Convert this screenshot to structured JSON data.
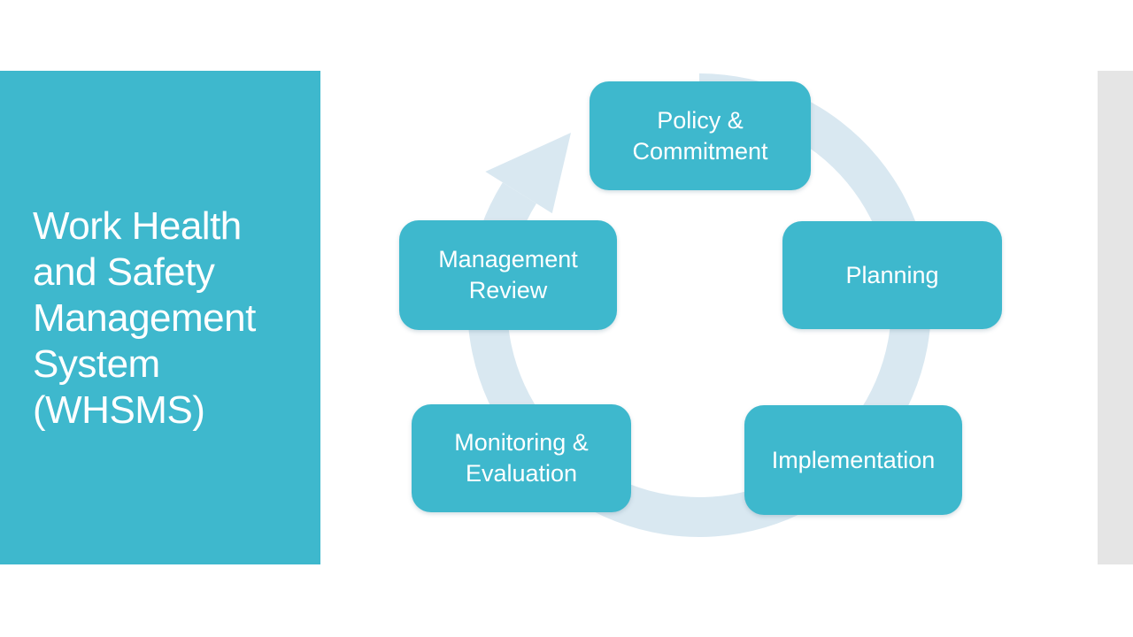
{
  "title_panel": {
    "title": "Work Health\nand Safety\nManagement\nSystem\n(WHSMS)",
    "bg_color": "#3EB8CD",
    "text_color": "#FFFFFF"
  },
  "cycle": {
    "type": "cycle-diagram",
    "direction": "clockwise",
    "ring_color": "#D9E8F1",
    "node_color": "#3EB8CD",
    "node_text_color": "#FFFFFF",
    "nodes": [
      {
        "label": "Policy &\nCommitment"
      },
      {
        "label": "Planning"
      },
      {
        "label": "Implementation"
      },
      {
        "label": "Monitoring &\nEvaluation"
      },
      {
        "label": "Management\nReview"
      }
    ]
  },
  "right_accent_bar": {
    "color": "#E5E5E5"
  }
}
